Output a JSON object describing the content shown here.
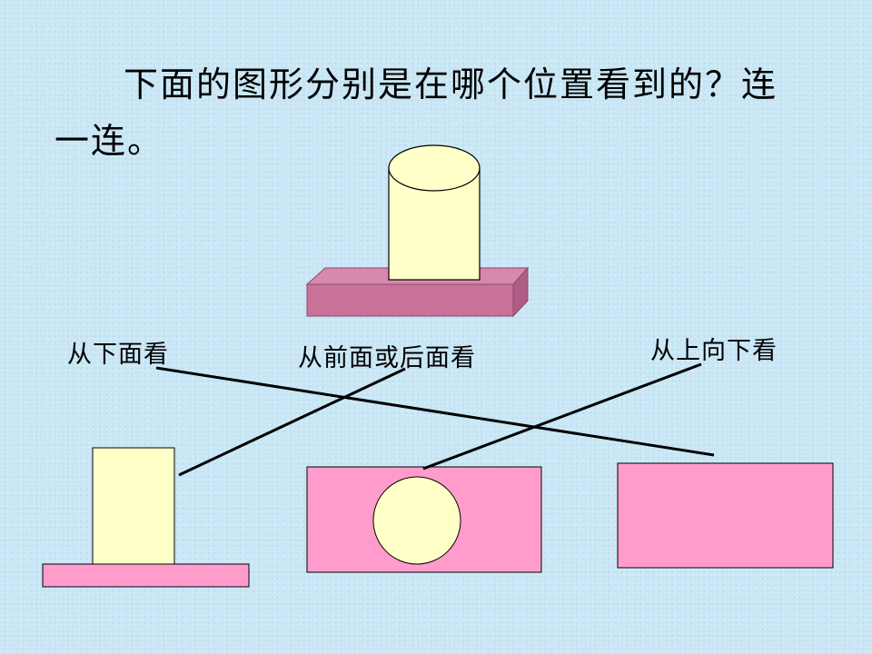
{
  "question": {
    "text": "下面的图形分别是在哪个位置看到的？连一连。"
  },
  "labels": {
    "from_bottom": "从下面看",
    "from_front_back": "从前面或后面看",
    "from_top": "从上向下看"
  },
  "colors": {
    "background": "#c8e6f5",
    "cylinder_fill": "#ffffc8",
    "box_front": "#c8729a",
    "box_top": "#d888ad",
    "box_side": "#b05d85",
    "view_pink": "#ff9ccb",
    "view_cream": "#ffffc8",
    "stroke": "#000000"
  }
}
